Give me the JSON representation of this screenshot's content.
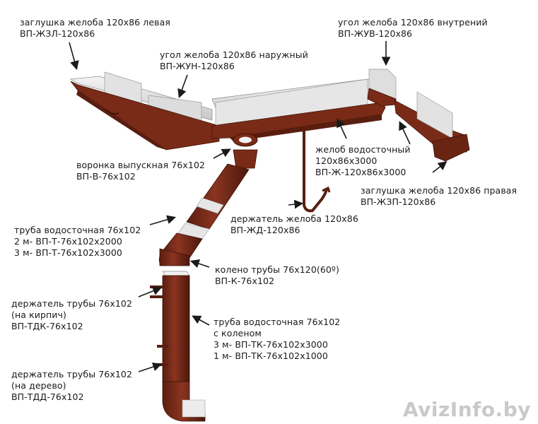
{
  "labels": {
    "end_cap_left": {
      "name": "заглушка желоба 120х86 левая",
      "code": "ВП-ЖЗЛ-120х86"
    },
    "outer_corner": {
      "name": "угол желоба 120х86 наружный",
      "code": "ВП-ЖУН-120х86"
    },
    "inner_corner": {
      "name": "угол желоба 120х86 внутрений",
      "code": "ВП-ЖУВ-120х86"
    },
    "outlet": {
      "name": "воронка выпускная 76х102",
      "code": "ВП-В-76х102"
    },
    "gutter": {
      "name": "желоб водосточный",
      "size": "120х86х3000",
      "code": "ВП-Ж-120х86х3000"
    },
    "end_cap_right": {
      "name": "заглушка желоба 120х86 правая",
      "code": "ВП-ЖЗП-120х86"
    },
    "gutter_holder": {
      "name": "держатель желоба 120х86",
      "code": "ВП-ЖД-120х86"
    },
    "pipe": {
      "name": "труба водосточная 76х102",
      "code_2m": "2 м- ВП-Т-76х102х2000",
      "code_3m": "3 м- ВП-Т-76х102х3000"
    },
    "elbow": {
      "name": "колено трубы 76х120(60º)",
      "code": "ВП-К-76х102"
    },
    "pipe_holder_brick": {
      "name": "держатель трубы 76х102",
      "sub": "(на кирпич)",
      "code": "ВП-ТДК-76х102"
    },
    "pipe_with_elbow": {
      "name": "труба водосточная 76х102",
      "sub": "с коленом",
      "code_3m": "3 м- ВП-ТК-76х102х3000",
      "code_1m": "1 м- ВП-ТК-76х102х1000"
    },
    "pipe_holder_wood": {
      "name": "держатель трубы 76х102",
      "sub": "(на дерево)",
      "code": "ВП-ТДД-76х102"
    }
  },
  "watermark": "AvizInfo.by",
  "colors": {
    "metal": "#7a2b17",
    "metal_dark": "#4e1a0c",
    "inner": "#e6e6e6",
    "text": "#1a1a1a"
  }
}
